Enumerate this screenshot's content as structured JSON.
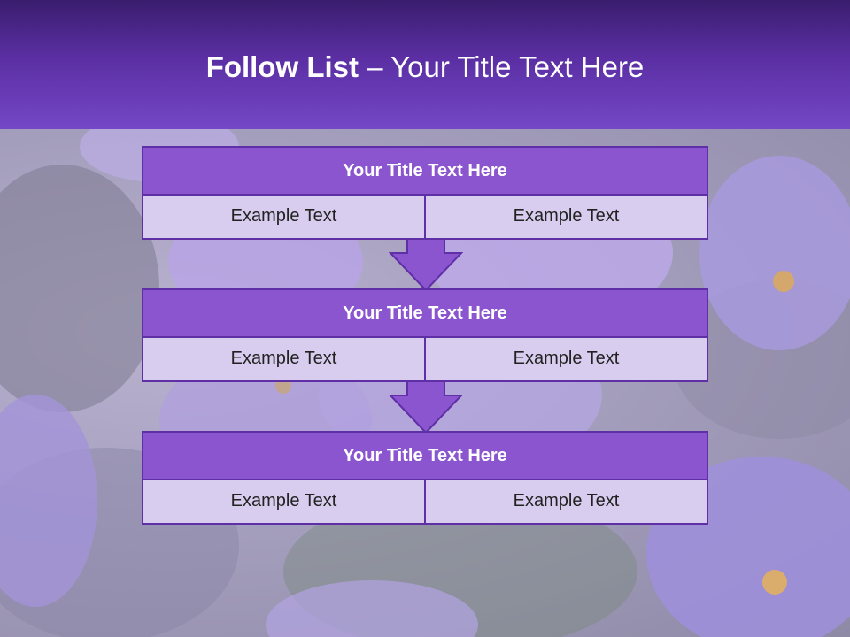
{
  "header": {
    "title_bold": "Follow List",
    "title_rest": " – Your Title Text Here"
  },
  "steps": [
    {
      "title": "Your Title Text Here",
      "left": "Example Text",
      "right": "Example Text"
    },
    {
      "title": "Your Title Text Here",
      "left": "Example Text",
      "right": "Example Text"
    },
    {
      "title": "Your Title Text Here",
      "left": "Example Text",
      "right": "Example Text"
    }
  ],
  "colors": {
    "header_top": "#3a1d6e",
    "header_bottom": "#7447c6",
    "title_fill": "#8a55cf",
    "cell_fill": "#d8cdee",
    "border": "#5f2fa6"
  }
}
